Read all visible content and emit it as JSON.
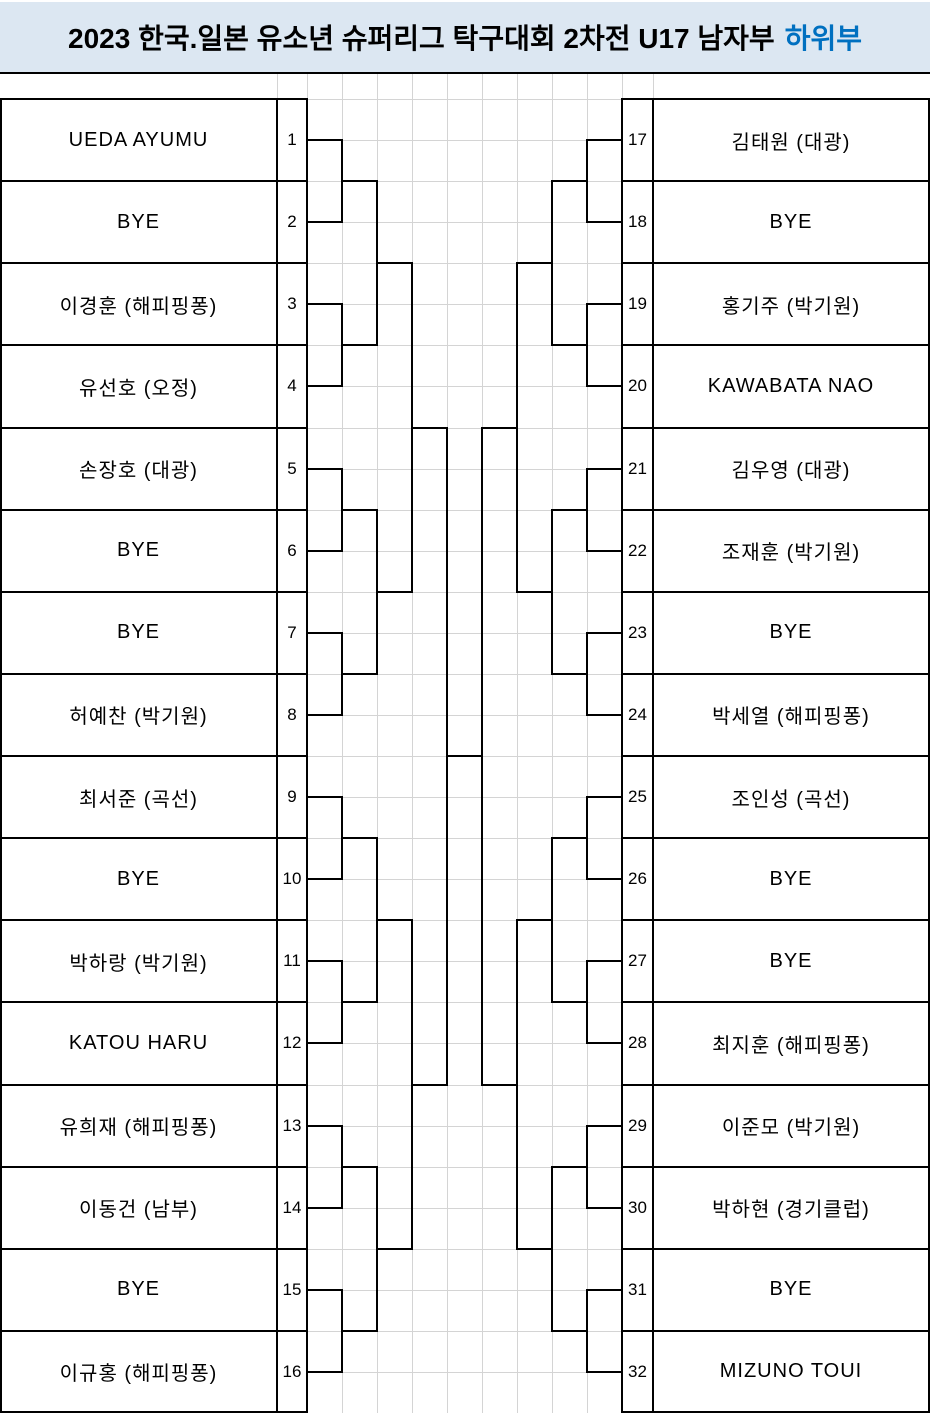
{
  "title": {
    "text_main": "2023 한국.일본 유소년 슈퍼리그 탁구대회 2차전 U17 남자부",
    "text_highlight": "하위부"
  },
  "colors": {
    "title_bg": "#dce7f2",
    "accent_blue": "#0070c0",
    "line_black": "#000000",
    "grid_gray": "#d4d4d4",
    "text": "#000000"
  },
  "players_left": [
    {
      "no": "1",
      "name": "UEDA AYUMU"
    },
    {
      "no": "2",
      "name": "BYE"
    },
    {
      "no": "3",
      "name": "이경훈 (해피핑퐁)"
    },
    {
      "no": "4",
      "name": "유선호 (오정)"
    },
    {
      "no": "5",
      "name": "손장호 (대광)"
    },
    {
      "no": "6",
      "name": "BYE"
    },
    {
      "no": "7",
      "name": "BYE"
    },
    {
      "no": "8",
      "name": "허예찬 (박기원)"
    },
    {
      "no": "9",
      "name": "최서준 (곡선)"
    },
    {
      "no": "10",
      "name": "BYE"
    },
    {
      "no": "11",
      "name": "박하랑 (박기원)"
    },
    {
      "no": "12",
      "name": "KATOU HARU"
    },
    {
      "no": "13",
      "name": "유희재 (해피핑퐁)"
    },
    {
      "no": "14",
      "name": "이동건 (남부)"
    },
    {
      "no": "15",
      "name": "BYE"
    },
    {
      "no": "16",
      "name": "이규홍 (해피핑퐁)"
    }
  ],
  "players_right": [
    {
      "no": "17",
      "name": "김태원 (대광)"
    },
    {
      "no": "18",
      "name": "BYE"
    },
    {
      "no": "19",
      "name": "홍기주 (박기원)"
    },
    {
      "no": "20",
      "name": "KAWABATA NAO"
    },
    {
      "no": "21",
      "name": "김우영 (대광)"
    },
    {
      "no": "22",
      "name": "조재훈 (박기원)"
    },
    {
      "no": "23",
      "name": "BYE"
    },
    {
      "no": "24",
      "name": "박세열 (해피핑퐁)"
    },
    {
      "no": "25",
      "name": "조인성 (곡선)"
    },
    {
      "no": "26",
      "name": "BYE"
    },
    {
      "no": "27",
      "name": "BYE"
    },
    {
      "no": "28",
      "name": "최지훈 (해피핑퐁)"
    },
    {
      "no": "29",
      "name": "이준모 (박기원)"
    },
    {
      "no": "30",
      "name": "박하현 (경기클럽)"
    },
    {
      "no": "31",
      "name": "BYE"
    },
    {
      "no": "32",
      "name": "MIZUNO TOUI"
    }
  ]
}
